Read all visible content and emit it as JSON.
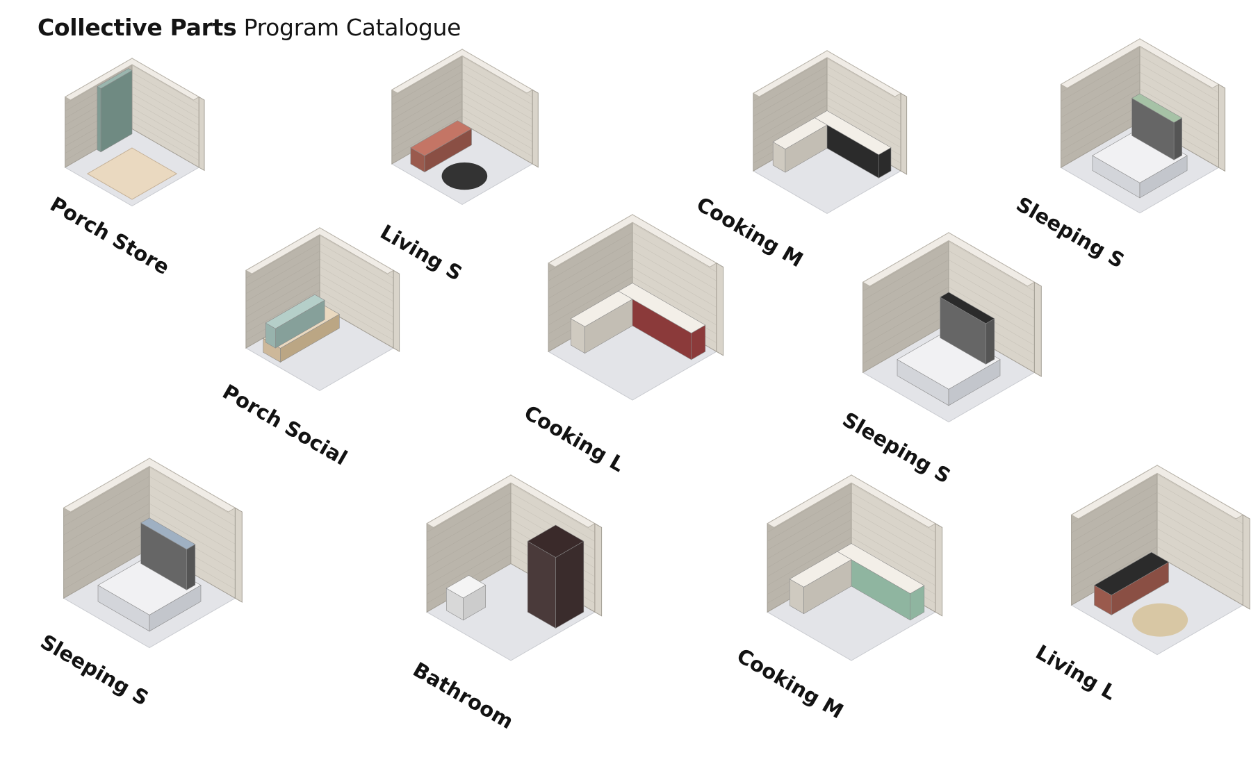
{
  "header": {
    "title_bold": "Collective Parts",
    "title_light": "Program Catalogue"
  },
  "palette": {
    "wall": "#d9d4ca",
    "wall_dark": "#bab5ab",
    "wall_top": "#f0ece6",
    "floor": "#e3e4e8",
    "wood": "#ead9c0",
    "text": "#141414"
  },
  "modules": [
    {
      "label": "Porch Store",
      "accent": "#9ab6ae",
      "furniture": "bike-deck"
    },
    {
      "label": "Living S",
      "accent": "#c47565",
      "furniture": "sofa-table"
    },
    {
      "label": "Cooking M",
      "accent": "#2b2b2b",
      "furniture": "cabinets-table"
    },
    {
      "label": "Sleeping S",
      "accent": "#a6c2a6",
      "furniture": "bed"
    },
    {
      "label": "Porch Social",
      "accent": "#b5cfc9",
      "furniture": "bench"
    },
    {
      "label": "Cooking L",
      "accent": "#8b3a3a",
      "furniture": "kitchen"
    },
    {
      "label": "Sleeping S",
      "accent": "#2b2b2b",
      "furniture": "bed"
    },
    {
      "label": "Sleeping S",
      "accent": "#9fb0c2",
      "furniture": "bed"
    },
    {
      "label": "Bathroom",
      "accent": "#3a2a2a",
      "furniture": "shower"
    },
    {
      "label": "Cooking M",
      "accent": "#8fb5a0",
      "furniture": "kitchen"
    },
    {
      "label": "Living L",
      "accent": "#2b2b2b",
      "furniture": "rug-armchair"
    }
  ]
}
